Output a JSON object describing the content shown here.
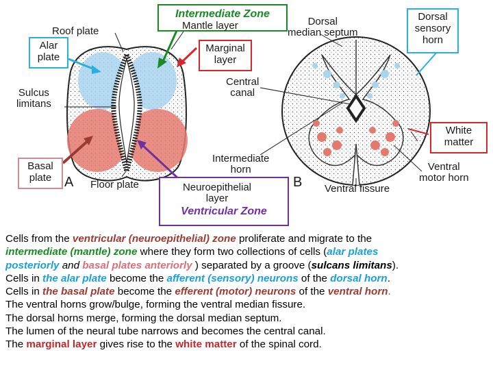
{
  "header": {
    "intermediate_zone": "Intermediate Zone",
    "ventricular_zone": "Ventricular Zone"
  },
  "figure_a": {
    "letter": "A",
    "roof_plate": "Roof plate",
    "mantle_layer": "Mantle layer",
    "alar_plate": "Alar\nplate",
    "marginal_layer": "Marginal\nlayer",
    "sulcus_limitans": "Sulcus\nlimitans",
    "basal_plate": "Basal\nplate",
    "floor_plate": "Floor plate",
    "neuroepithelial_layer": "Neuroepithelial\nlayer"
  },
  "figure_b": {
    "letter": "B",
    "dorsal_median_septum": "Dorsal\nmedian septum",
    "dorsal_sensory_horn": "Dorsal\nsensory\nhorn",
    "central_canal": "Central\ncanal",
    "intermediate_horn": "Intermediate\nhorn",
    "white_matter": "White\nmatter",
    "ventral_motor_horn": "Ventral\nmotor horn",
    "ventral_fissure": "Ventral fissure"
  },
  "colors": {
    "green": "#1a8a25",
    "purple": "#7030a0",
    "blue_box": "#29b0e0",
    "red_box": "#d9262b",
    "pink_box": "#d58a8f",
    "alar_fill": "#a8d4ef",
    "basal_fill": "#e47a6e"
  },
  "text": {
    "l1a": "Cells from the ",
    "l1b": "ventricular (neuroepithelial) zone",
    "l1c": " proliferate and migrate to the",
    "l2a": "intermediate (mantle) zone",
    "l2b": " where they form two collections of cells (",
    "l2c": "alar plates",
    "l3a": "posteriorly",
    "l3b": " and ",
    "l3c": "basal plates anteriorly",
    "l3d": " ) separated by a groove (",
    "l3e": "sulcans limitans",
    "l3f": ").",
    "l4a": "Cells in ",
    "l4b": "the alar plate",
    "l4c": " become the ",
    "l4d": "afferent (sensory) neurons",
    "l4e": " of the ",
    "l4f": "dorsal horn",
    "l4g": ".",
    "l5a": "Cells in ",
    "l5b": "the basal plate",
    "l5c": " become the ",
    "l5d": "efferent (motor) neurons",
    "l5e": " of the ",
    "l5f": "ventral horn",
    "l5g": ".",
    "l6": "The ventral horns grow/bulge, forming the ventral median fissure.",
    "l7": "The dorsal horns merge, forming the dorsal median septum.",
    "l8": "The lumen of the neural tube narrows and becomes the central canal.",
    "l9a": "The ",
    "l9b": "marginal layer",
    "l9c": " gives rise to the ",
    "l9d": "white matter",
    "l9e": " of the spinal cord."
  }
}
